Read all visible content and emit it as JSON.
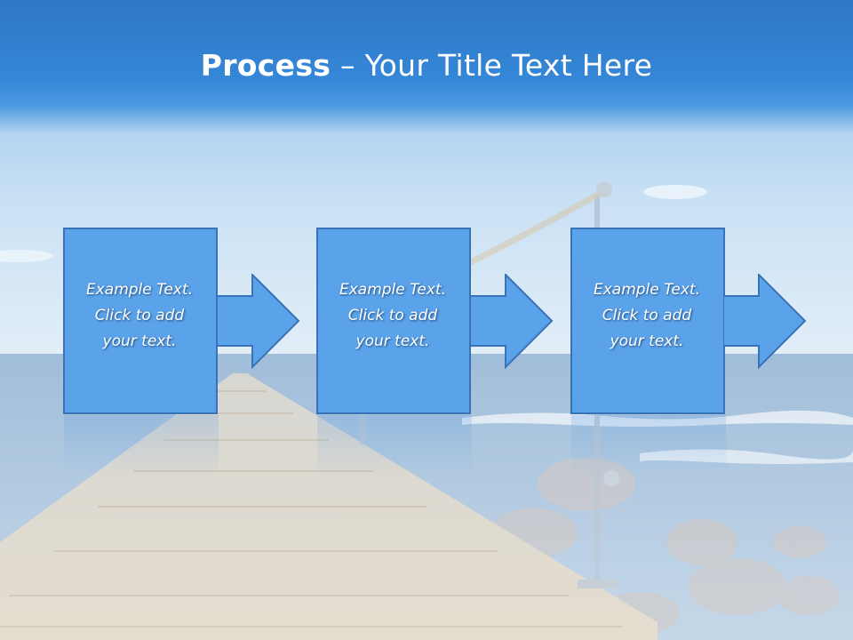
{
  "title": {
    "bold": "Process",
    "rest": " – Your Title Text Here"
  },
  "steps": [
    {
      "text": "Example Text.\nClick  to add\nyour text."
    },
    {
      "text": "Example Text.\nClick  to add\nyour text."
    },
    {
      "text": "Example Text.\nClick  to add\nyour text."
    }
  ],
  "colors": {
    "box_fill": "#5aa2ea",
    "box_stroke": "#3a72b6",
    "title_band": "#2f77c4"
  }
}
